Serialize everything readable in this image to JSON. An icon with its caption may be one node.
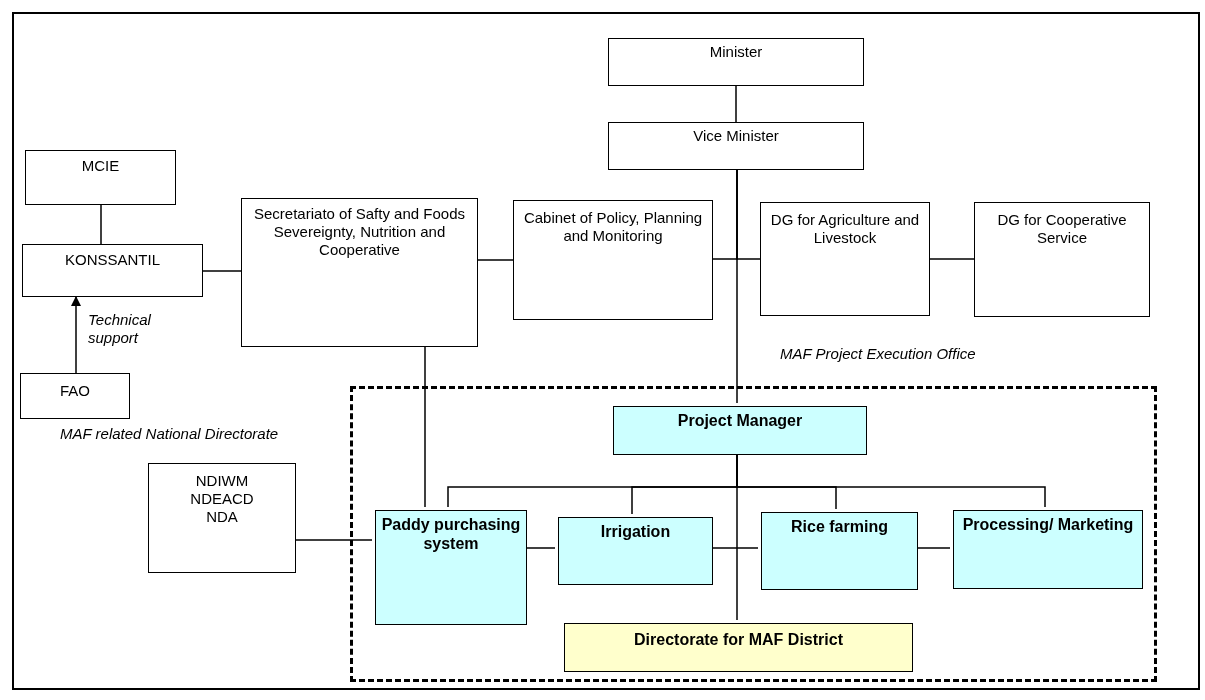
{
  "diagram": {
    "nodes": [
      {
        "text": [
          "Minister"
        ]
      },
      {
        "text": [
          "Vice Minister"
        ]
      },
      {
        "text": [
          "MCIE"
        ]
      },
      {
        "text": [
          "KONSSANTIL"
        ]
      },
      {
        "text": [
          "Secretariato of Safty and Foods Severeignty, Nutrition and Cooperative"
        ]
      },
      {
        "text": [
          "Cabinet of Policy, Planning and Monitoring"
        ]
      },
      {
        "text": [
          "DG for Agriculture and Livestock"
        ]
      },
      {
        "text": [
          "DG for Cooperative Service"
        ]
      },
      {
        "text": [
          "FAO"
        ]
      },
      {
        "text": [
          "NDIWM",
          "NDEACD",
          "NDA"
        ]
      },
      {
        "text": [],
        "shape": "box"
      },
      {
        "text": [
          "Project Manager"
        ],
        "in": 10
      },
      {
        "text": [
          "Paddy purchasing system"
        ],
        "in": 10
      },
      {
        "text": [
          "Irrigation"
        ],
        "in": 10
      },
      {
        "text": [
          "Rice farming"
        ],
        "in": 10
      },
      {
        "text": [
          "Processing/ Marketing"
        ],
        "in": 10
      },
      {
        "text": [
          "Directorate for MAF District"
        ],
        "in": 10
      }
    ],
    "edges": [
      {
        "from": 0,
        "to": 1,
        "arrow": "none"
      },
      {
        "from": 1,
        "to": 5,
        "arrow": "none"
      },
      {
        "from": 1,
        "to": 6,
        "arrow": "none"
      },
      {
        "from": 6,
        "to": 7,
        "arrow": "none"
      },
      {
        "from": 4,
        "to": 5,
        "arrow": "none"
      },
      {
        "from": 3,
        "to": 4,
        "arrow": "none"
      },
      {
        "from": 2,
        "to": 3,
        "arrow": "none"
      },
      {
        "from": 8,
        "to": 3,
        "arrow": "to",
        "label": "Technical support"
      },
      {
        "from": 4,
        "to": 12,
        "arrow": "none"
      },
      {
        "from": 9,
        "to": 12,
        "arrow": "none"
      },
      {
        "from": 11,
        "to": 12,
        "arrow": "none"
      },
      {
        "from": 11,
        "to": 13,
        "arrow": "none"
      },
      {
        "from": 11,
        "to": 14,
        "arrow": "none"
      },
      {
        "from": 11,
        "to": 15,
        "arrow": "none"
      },
      {
        "from": 12,
        "to": 13,
        "arrow": "none"
      },
      {
        "from": 13,
        "to": 14,
        "arrow": "none"
      },
      {
        "from": 14,
        "to": 15,
        "arrow": "none"
      },
      {
        "from": 11,
        "to": 16,
        "arrow": "none"
      },
      {
        "from": 1,
        "to": 11,
        "arrow": "none"
      }
    ],
    "labels": [
      "MAF Project Execution Office",
      "MAF related National Directorate"
    ]
  }
}
